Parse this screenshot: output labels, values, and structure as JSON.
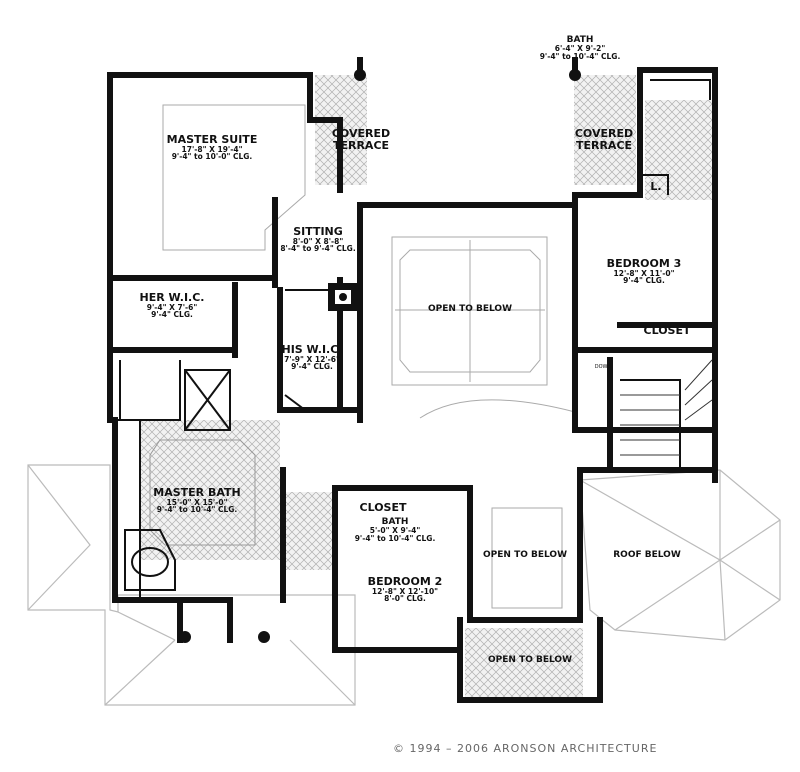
{
  "rooms": {
    "master_suite": {
      "name": "MASTER SUITE",
      "dim": "17'-8\" X 19'-4\"",
      "clg": "9'-4\" to 10'-0\" CLG."
    },
    "covered_terrace_left": {
      "name1": "COVERED",
      "name2": "TERRACE"
    },
    "covered_terrace_right": {
      "name1": "COVERED",
      "name2": "TERRACE"
    },
    "bath_top": {
      "name": "BATH",
      "dim": "6'-4\" X 9'-2\"",
      "clg": "9'-4\" to 10'-4\" CLG."
    },
    "sitting": {
      "name": "SITTING",
      "dim": "8'-0\" X 8'-8\"",
      "clg": "8'-4\" to 9'-4\" CLG."
    },
    "bedroom3": {
      "name": "BEDROOM 3",
      "dim": "12'-8\" X 11'-0\"",
      "clg": "9'-4\" CLG."
    },
    "her_wic": {
      "name": "HER W.I.C.",
      "dim": "9'-4\" X 7'-6\"",
      "clg": "9'-4\" CLG."
    },
    "his_wic": {
      "name": "HIS W.I.C.",
      "dim": "7'-9\" X 12'-6\"",
      "clg": "9'-4\" CLG."
    },
    "open_center": {
      "name": "OPEN TO BELOW"
    },
    "closet_right": {
      "name": "CLOSET"
    },
    "linen": {
      "name": "L."
    },
    "master_bath": {
      "name": "MASTER BATH",
      "dim": "15'-0\" X 15'-0\"",
      "clg": "9'-4\" to 10'-4\" CLG."
    },
    "closet_mid": {
      "name": "CLOSET"
    },
    "bath_mid": {
      "name": "BATH",
      "dim": "5'-0\" X 9'-4\"",
      "clg": "9'-4\" to 10'-4\" CLG."
    },
    "bedroom2": {
      "name": "BEDROOM 2",
      "dim": "12'-8\" X 12'-10\"",
      "clg": "8'-0\" CLG."
    },
    "open_mid": {
      "name": "OPEN TO BELOW"
    },
    "roof_below": {
      "name": "ROOF BELOW"
    },
    "open_bottom": {
      "name": "OPEN TO BELOW"
    },
    "down": {
      "name": "DOWN"
    }
  },
  "copyright": "© 1994 – 2006 ARONSON ARCHITECTURE",
  "colors": {
    "wall": "#111111",
    "hatch": "#999999",
    "roof": "#cccccc"
  }
}
